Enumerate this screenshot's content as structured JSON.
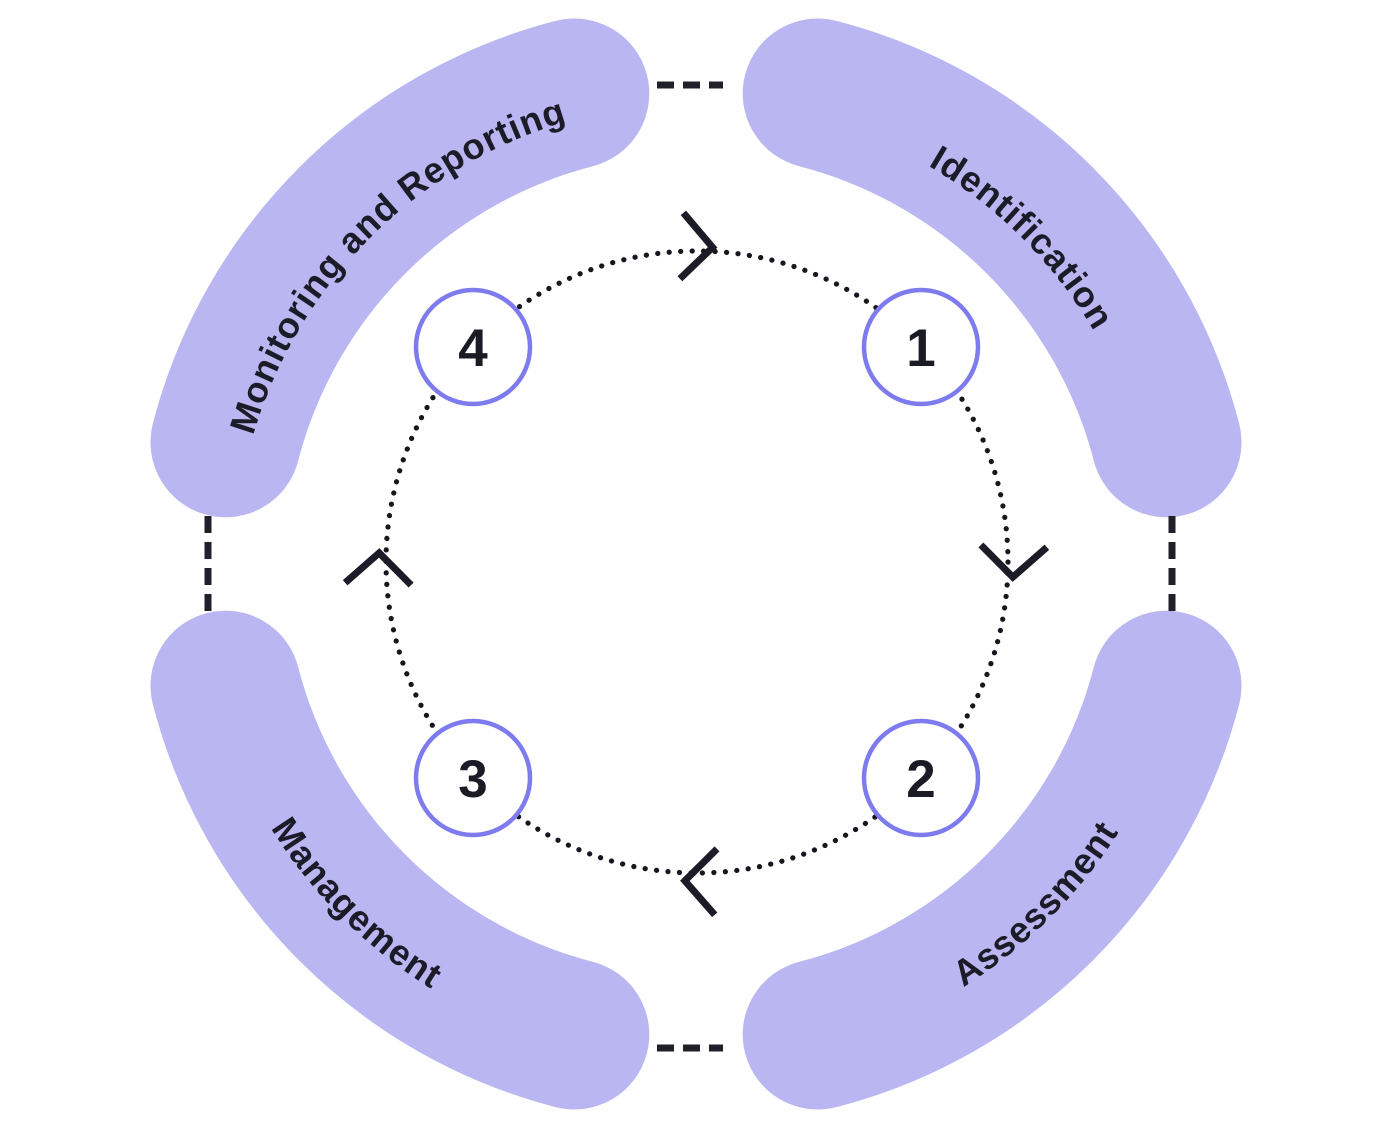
{
  "diagram": {
    "type": "cycle",
    "direction": "clockwise",
    "steps": [
      {
        "number": "1",
        "label": "Identification",
        "position": "top-right"
      },
      {
        "number": "2",
        "label": "Assessment",
        "position": "bottom-right"
      },
      {
        "number": "3",
        "label": "Management",
        "position": "bottom-left"
      },
      {
        "number": "4",
        "label": "Monitoring and Reporting",
        "position": "top-left"
      }
    ],
    "colors": {
      "arc_fill": "#b9b6f2",
      "badge_border": "#7e7bee",
      "ink": "#1c1c28",
      "background": "#ffffff"
    }
  }
}
